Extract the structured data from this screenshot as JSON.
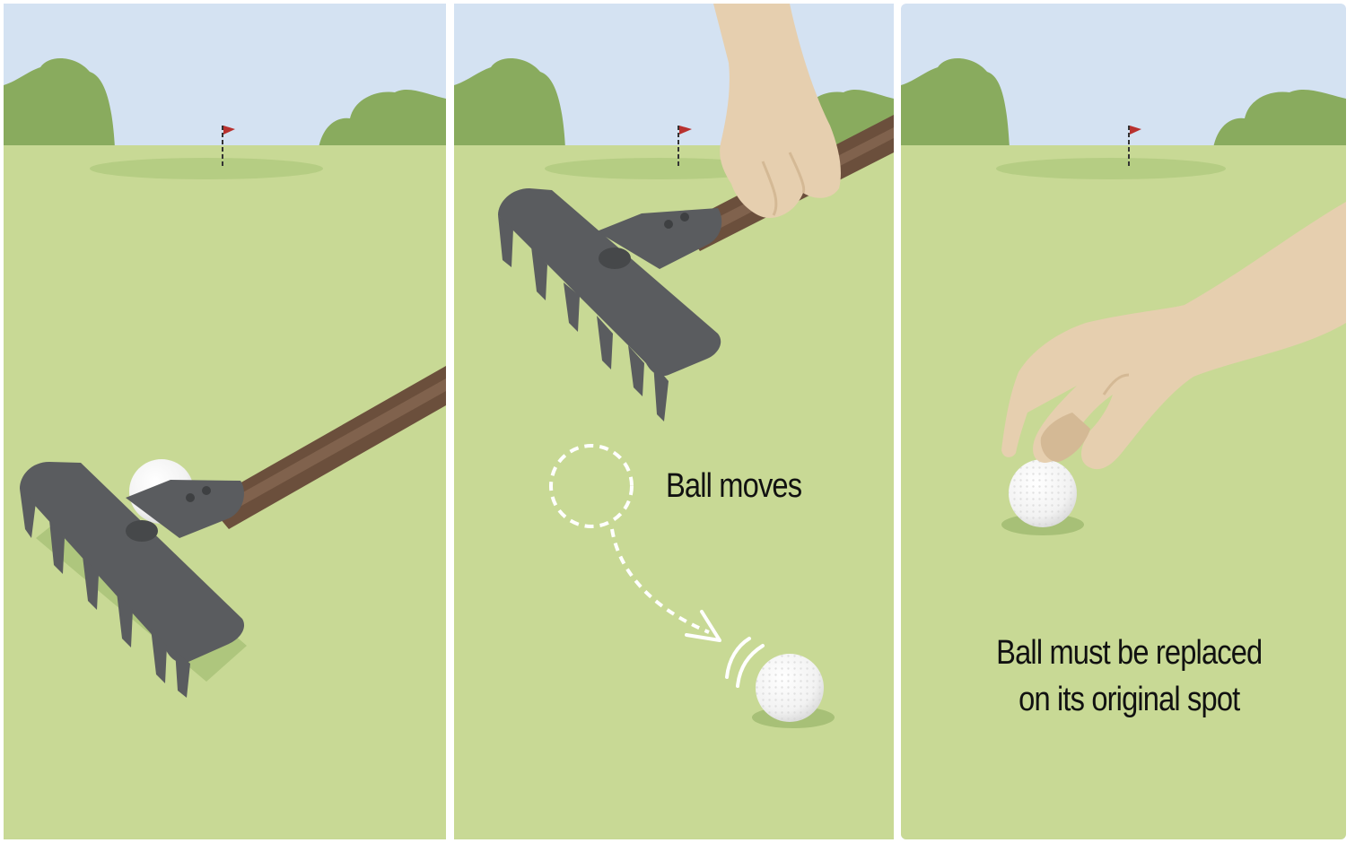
{
  "panels": [
    {
      "id": "panel-1",
      "caption_lines": []
    },
    {
      "id": "panel-2",
      "caption_lines": [
        "Ball moves"
      ]
    },
    {
      "id": "panel-3",
      "caption_lines": [
        "Ball must be replaced",
        "on its original spot"
      ]
    }
  ],
  "colors": {
    "sky": "#d4e2f2",
    "fairway": "#c8d995",
    "green": "#b5cd83",
    "trees": "#89ab5e",
    "rake_head": "#5a5c5f",
    "rake_handle": "#6b4f3c",
    "skin": "#e6cfaf",
    "ball": "#ffffff",
    "flag": "#b8312f",
    "divider": "#ffffff"
  },
  "icons": [
    "rake-icon",
    "golf-ball-icon",
    "hand-icon",
    "flag-icon"
  ]
}
